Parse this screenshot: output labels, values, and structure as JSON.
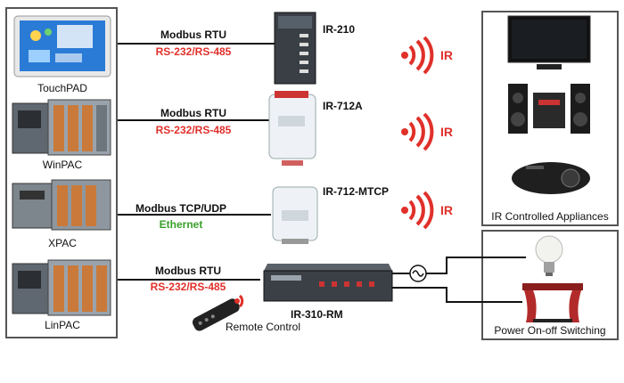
{
  "left_devices": [
    {
      "label": "TouchPAD"
    },
    {
      "label": "WinPAC"
    },
    {
      "label": "XPAC"
    },
    {
      "label": "LinPAC"
    }
  ],
  "links": [
    {
      "protocol": "Modbus RTU",
      "interface": "RS-232/RS-485",
      "module": "IR-210",
      "signal": "IR"
    },
    {
      "protocol": "Modbus RTU",
      "interface": "RS-232/RS-485",
      "module": "IR-712A",
      "signal": "IR"
    },
    {
      "protocol": "Modbus TCP/UDP",
      "interface": "Ethernet",
      "module": "IR-712-MTCP",
      "signal": "IR"
    },
    {
      "protocol": "Modbus RTU",
      "interface": "RS-232/RS-485",
      "module": "IR-310-RM"
    }
  ],
  "remote_label": "Remote Control",
  "appliances_label": "IR Controlled Appliances",
  "switching_label": "Power On-off Switching",
  "colors": {
    "red": "#e0302a",
    "green": "#3aa02a",
    "frame": "#555555"
  }
}
